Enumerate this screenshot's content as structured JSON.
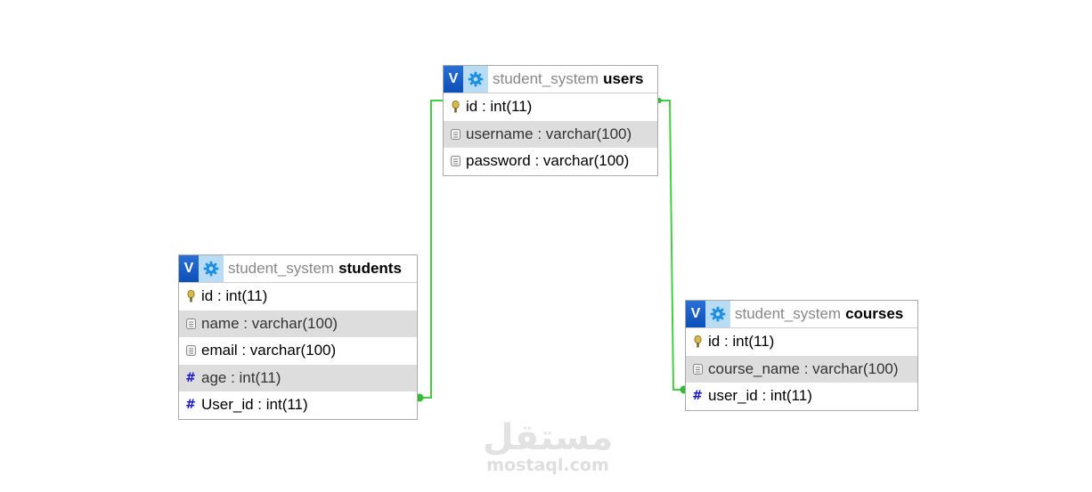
{
  "database": "student_system",
  "link_color": "#44cc44",
  "tables": {
    "users": {
      "name": "users",
      "db": "student_system",
      "columns": [
        {
          "label": "id : int(11)",
          "icon": "key-icon"
        },
        {
          "label": "username : varchar(100)",
          "icon": "field-icon"
        },
        {
          "label": "password : varchar(100)",
          "icon": "field-icon"
        }
      ]
    },
    "students": {
      "name": "students",
      "db": "student_system",
      "columns": [
        {
          "label": "id : int(11)",
          "icon": "key-icon"
        },
        {
          "label": "name : varchar(100)",
          "icon": "field-icon"
        },
        {
          "label": "email : varchar(100)",
          "icon": "field-icon"
        },
        {
          "label": "age : int(11)",
          "icon": "hash-icon"
        },
        {
          "label": "User_id : int(11)",
          "icon": "hash-icon"
        }
      ]
    },
    "courses": {
      "name": "courses",
      "db": "student_system",
      "columns": [
        {
          "label": "id : int(11)",
          "icon": "key-icon"
        },
        {
          "label": "course_name : varchar(100)",
          "icon": "field-icon"
        },
        {
          "label": "user_id : int(11)",
          "icon": "hash-icon"
        }
      ]
    }
  },
  "header_icons": {
    "toggle": "V",
    "options": "gear-icon"
  },
  "watermark": {
    "arabic": "مستقل",
    "latin": "mostaql.com"
  }
}
